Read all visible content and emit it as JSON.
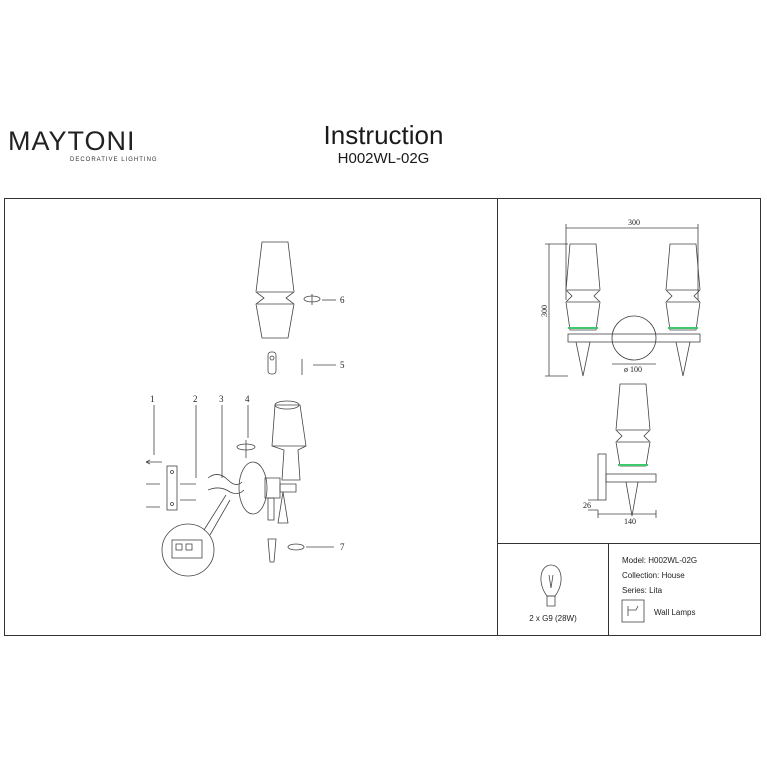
{
  "header": {
    "brand": "MAYTONI",
    "brand_tagline": "DECORATIVE LIGHTING",
    "title": "Instruction",
    "model_code": "H002WL-02G"
  },
  "assembly": {
    "callouts": [
      "1",
      "2",
      "3",
      "4",
      "5",
      "6",
      "7"
    ]
  },
  "dimensions": {
    "width": "300",
    "height": "300",
    "base_diameter": "ø 100",
    "depth": "140",
    "offset": "26"
  },
  "specs": {
    "bulb": "2 x G9 (28W)",
    "model": "Model: H002WL-02G",
    "collection": "Collection: House",
    "series": "Series: Lita",
    "category": "Wall Lamps"
  }
}
